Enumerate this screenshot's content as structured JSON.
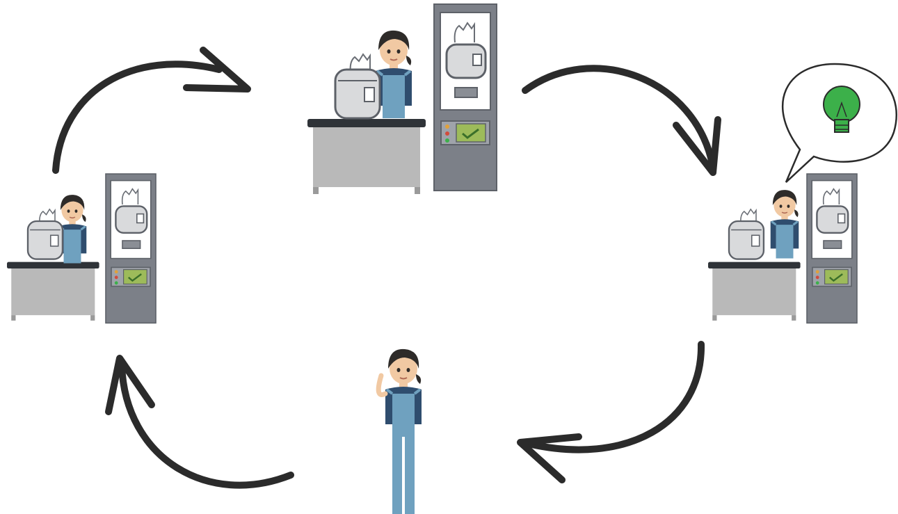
{
  "diagram": {
    "kind": "cycle",
    "direction": "clockwise",
    "stages": [
      {
        "position": "top",
        "scene": "worker-at-bench",
        "posture": "working",
        "has_test_machine": true,
        "has_thought_bubble": false
      },
      {
        "position": "right",
        "scene": "worker-at-bench",
        "posture": "thinking",
        "has_test_machine": true,
        "has_thought_bubble": true,
        "bubble_icon": "lightbulb-icon"
      },
      {
        "position": "bottom",
        "scene": "worker-standing",
        "posture": "puzzled",
        "has_test_machine": false,
        "has_thought_bubble": false
      },
      {
        "position": "left",
        "scene": "worker-at-bench",
        "posture": "inspecting",
        "has_test_machine": true,
        "has_thought_bubble": false
      }
    ],
    "arrow_icons": [
      "curved-arrow-icon",
      "curved-arrow-icon",
      "curved-arrow-icon",
      "curved-arrow-icon"
    ],
    "colors": {
      "arrow": "#2b2b2b",
      "bench_top": "#2f3338",
      "bench_body": "#b9b9b9",
      "machine": "#7c8088",
      "apparatus": "#d9dadc",
      "apron": "#6fa1bf",
      "shirt": "#2f4d6e",
      "hair": "#2e2b29",
      "skin": "#f1c9a3",
      "bulb": "#3cb04a"
    }
  }
}
